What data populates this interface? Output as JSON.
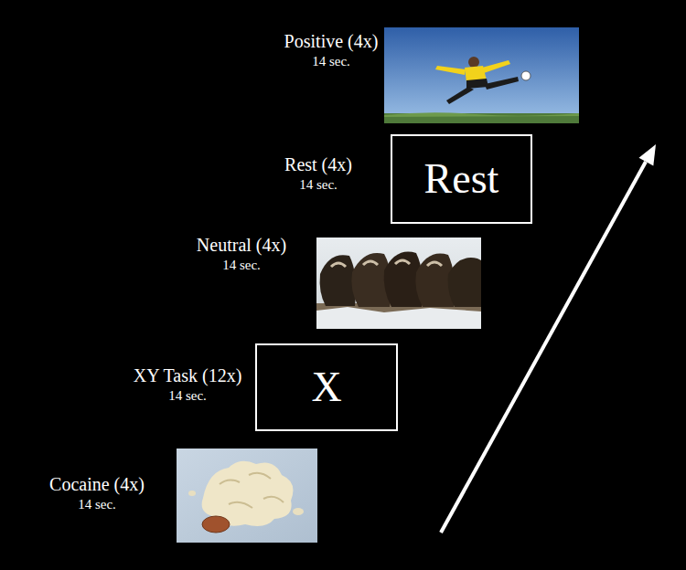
{
  "diagram": {
    "nodes": [
      {
        "text": [
          "Rest"
        ]
      },
      {
        "text": [
          "X"
        ]
      }
    ],
    "labels": [
      "Positive (4x)",
      "14 sec.",
      "Rest (4x)",
      "14 sec.",
      "Neutral (4x)",
      "14 sec.",
      "XY Task (12x)",
      "14 sec.",
      "Cocaine (4x)",
      "14 sec."
    ]
  }
}
